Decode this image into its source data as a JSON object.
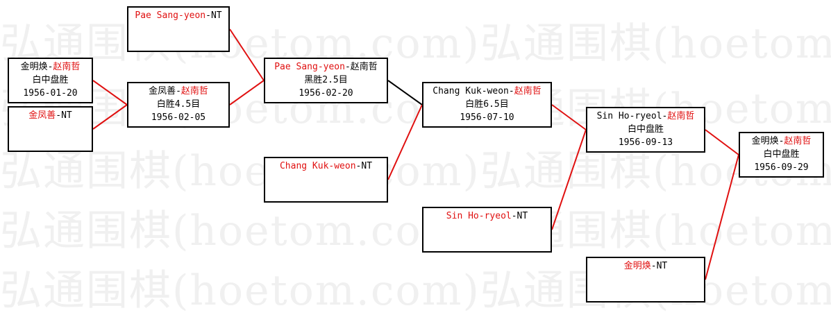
{
  "watermark": "弘通围棋(hoetom.com)弘通围棋(hoetom.com)",
  "colors": {
    "winner_name": "#e01010",
    "line_highlight": "#e01010",
    "line_normal": "#000000",
    "watermark": "#f0f0f0"
  },
  "nodes": {
    "r1a": {
      "p1": "金明焕",
      "sep": "-",
      "p2": "赵南哲",
      "p1_color": "black",
      "p2_color": "red",
      "result": "白中盘胜",
      "date": "1956-01-20"
    },
    "r1b": {
      "p1": "金凤善",
      "sep": "-",
      "p2": "NT",
      "p1_color": "red",
      "p2_color": "black",
      "result": "",
      "date": ""
    },
    "r2a": {
      "p1": "Pae Sang-yeon",
      "sep": "-",
      "p2": "NT",
      "p1_color": "red",
      "p2_color": "black",
      "result": "",
      "date": ""
    },
    "r2b": {
      "p1": "金凤善",
      "sep": "-",
      "p2": "赵南哲",
      "p1_color": "black",
      "p2_color": "red",
      "result": "白胜4.5目",
      "date": "1956-02-05"
    },
    "r3a": {
      "p1": "Pae Sang-yeon",
      "sep": "-",
      "p2": "赵南哲",
      "p1_color": "red",
      "p2_color": "black",
      "result": "黑胜2.5目",
      "date": "1956-02-20"
    },
    "r3b": {
      "p1": "Chang Kuk-weon",
      "sep": "-",
      "p2": "NT",
      "p1_color": "red",
      "p2_color": "black",
      "result": "",
      "date": ""
    },
    "r4a": {
      "p1": "Chang Kuk-weon",
      "sep": "-",
      "p2": "赵南哲",
      "p1_color": "black",
      "p2_color": "red",
      "result": "白胜6.5目",
      "date": "1956-07-10"
    },
    "r4b": {
      "p1": "Sin Ho-ryeol",
      "sep": "-",
      "p2": "NT",
      "p1_color": "red",
      "p2_color": "black",
      "result": "",
      "date": ""
    },
    "r5a": {
      "p1": "Sin Ho-ryeol",
      "sep": "-",
      "p2": "赵南哲",
      "p1_color": "black",
      "p2_color": "red",
      "result": "白中盘胜",
      "date": "1956-09-13"
    },
    "r5b": {
      "p1": "金明焕",
      "sep": "-",
      "p2": "NT",
      "p1_color": "red",
      "p2_color": "black",
      "result": "",
      "date": ""
    },
    "r6": {
      "p1": "金明焕",
      "sep": "-",
      "p2": "赵南哲",
      "p1_color": "black",
      "p2_color": "red",
      "result": "白中盘胜",
      "date": "1956-09-29"
    }
  },
  "links": [
    {
      "from": "r1a",
      "to": "r2b",
      "color": "red"
    },
    {
      "from": "r1b",
      "to": "r2b",
      "color": "red"
    },
    {
      "from": "r2a",
      "to": "r3a",
      "color": "red"
    },
    {
      "from": "r2b",
      "to": "r3a",
      "color": "red"
    },
    {
      "from": "r3a",
      "to": "r4a",
      "color": "black"
    },
    {
      "from": "r3b",
      "to": "r4a",
      "color": "red"
    },
    {
      "from": "r4a",
      "to": "r5a",
      "color": "red"
    },
    {
      "from": "r4b",
      "to": "r5a",
      "color": "red"
    },
    {
      "from": "r5a",
      "to": "r6",
      "color": "red"
    },
    {
      "from": "r5b",
      "to": "r6",
      "color": "red"
    }
  ]
}
